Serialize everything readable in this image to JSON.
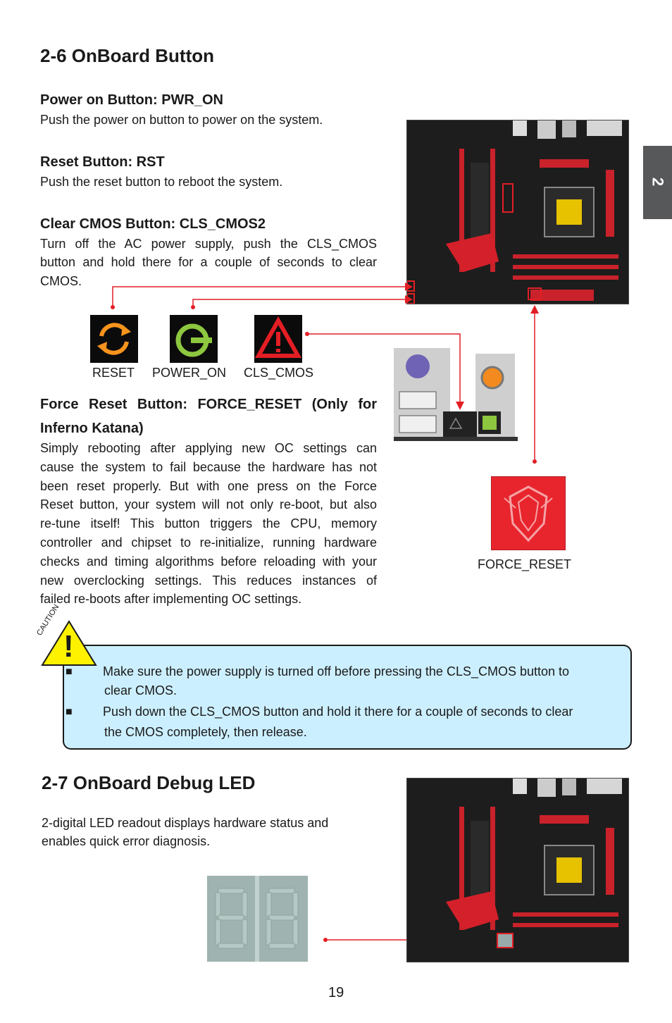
{
  "chapter_tab": "2",
  "section1": {
    "title": "2-6 OnBoard Button",
    "power": {
      "heading": "Power on Button: PWR_ON",
      "text": "Push the power on button to power on the system."
    },
    "reset": {
      "heading": "Reset Button: RST",
      "text": "Push the reset button to reboot the system."
    },
    "cmos": {
      "heading": "Clear CMOS Button: CLS_CMOS2",
      "lines": [
        "Turn off the AC power supply, push the CLS_CMOS",
        "button and hold there for a couple of seconds to clear",
        "CMOS."
      ]
    },
    "icon_labels": {
      "reset": "RESET",
      "power_on": "POWER_ON",
      "cls_cmos": "CLS_CMOS"
    },
    "force": {
      "heading_line1": "Force Reset Button: FORCE_RESET (Only for",
      "heading_line2": "Inferno Katana)",
      "lines": [
        "Simply rebooting after applying new OC settings can",
        "cause the system to fail because the hardware has not",
        "been reset properly. But with one press on the Force",
        "Reset button, your system will not only re-boot, but also",
        "re-tune itself! This button triggers the CPU, memory",
        "controller and chipset to re-initialize, running hardware",
        "checks and timing algorithms before reloading with your",
        "new overclocking settings. This reduces instances of",
        "failed re-boots after implementing OC settings."
      ],
      "label": "FORCE_RESET"
    }
  },
  "caution": {
    "badge": "CAUTION",
    "mark": "!",
    "bullet_symbol": "■",
    "items": [
      {
        "line1": "Make sure the power supply is turned off before pressing the CLS_CMOS button to",
        "line2": "clear CMOS."
      },
      {
        "line1": "Push down the CLS_CMOS button and hold it there for a couple of seconds to clear",
        "line2": "the CMOS completely, then release."
      }
    ]
  },
  "section2": {
    "title": "2-7 OnBoard Debug LED",
    "lines": [
      "2-digital LED readout displays hardware status and",
      "enables quick error diagnosis."
    ]
  },
  "page_number": "19",
  "colors": {
    "accent_red": "#e31e24",
    "caution_fill": "#ccefff",
    "tab_gray": "#57585a",
    "reset_orange": "#f7941d",
    "power_green": "#8dc63f"
  }
}
